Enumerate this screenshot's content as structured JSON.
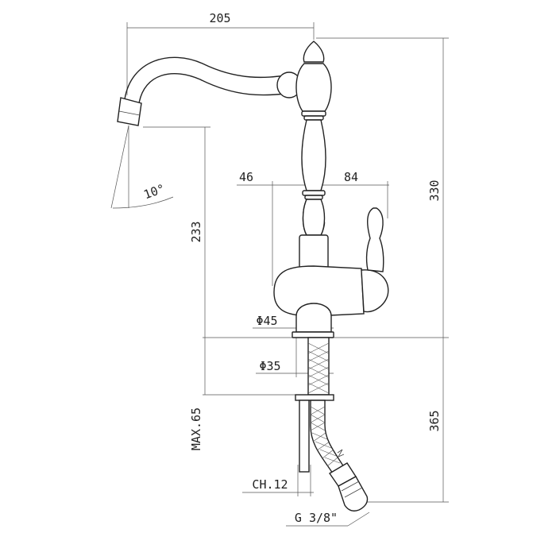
{
  "drawing": {
    "colors": {
      "line": "#222222",
      "dimension": "#555555",
      "background": "#ffffff"
    },
    "dimensions": {
      "spout_reach": "205",
      "total_height": "330",
      "spout_height": "233",
      "handle_offset_left": "46",
      "handle_offset_right": "84",
      "body_diameter": "Φ45",
      "shank_diameter": "Φ35",
      "max_counter_thickness": "MAX.65",
      "hose_length": "365",
      "nut_width": "CH.12",
      "connection_thread": "G 3/8\"",
      "aerator_angle": "10°"
    }
  }
}
